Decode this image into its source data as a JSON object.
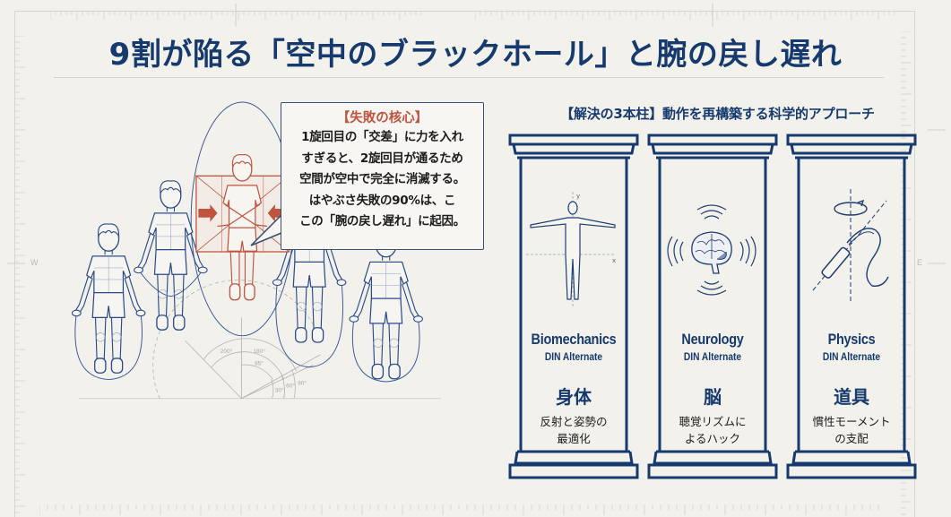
{
  "title": "9割が陥る「空中のブラックホール」と腕の戻し遅れ",
  "axis_markers": {
    "west": "W",
    "east": "E"
  },
  "callout": {
    "heading": "【失敗の核心】",
    "lines": [
      "1旋回目の「交差」に力を入れ",
      "すぎると、2旋回目が通るため",
      "空間が空中で完全に消滅する。",
      "はやぶさ失敗の90%は、こ",
      "この「腕の戻し遅れ」に起因。"
    ]
  },
  "diagram": {
    "angle_labels": [
      "200°",
      "180°",
      "85°",
      "30°",
      "60°",
      "90°"
    ],
    "figures": [
      "jumper-1",
      "jumper-2",
      "jumper-failure-highlighted",
      "jumper-4",
      "jumper-5"
    ],
    "highlight_color": "#c0553f",
    "line_color": "#2a4a8a"
  },
  "solution": {
    "heading": "【解決の3本柱】動作を再構築する科学的アプローチ",
    "pillars": [
      {
        "icon": "human-body-axes-icon",
        "en": "Biomechanics",
        "font_note": "DIN Alternate",
        "jp": "身体",
        "desc_lines": [
          "反射と姿勢の",
          "最適化"
        ]
      },
      {
        "icon": "brain-sound-waves-icon",
        "en": "Neurology",
        "font_note": "DIN Alternate",
        "jp": "脳",
        "desc_lines": [
          "聴覚リズムに",
          "よるハック"
        ]
      },
      {
        "icon": "jump-rope-rotation-icon",
        "en": "Physics",
        "font_note": "DIN Alternate",
        "jp": "道具",
        "desc_lines": [
          "慣性モーメント",
          "の支配"
        ]
      }
    ]
  },
  "colors": {
    "navy": "#163a6e",
    "accent_red": "#c0553f",
    "background": "#f2f1ec"
  }
}
